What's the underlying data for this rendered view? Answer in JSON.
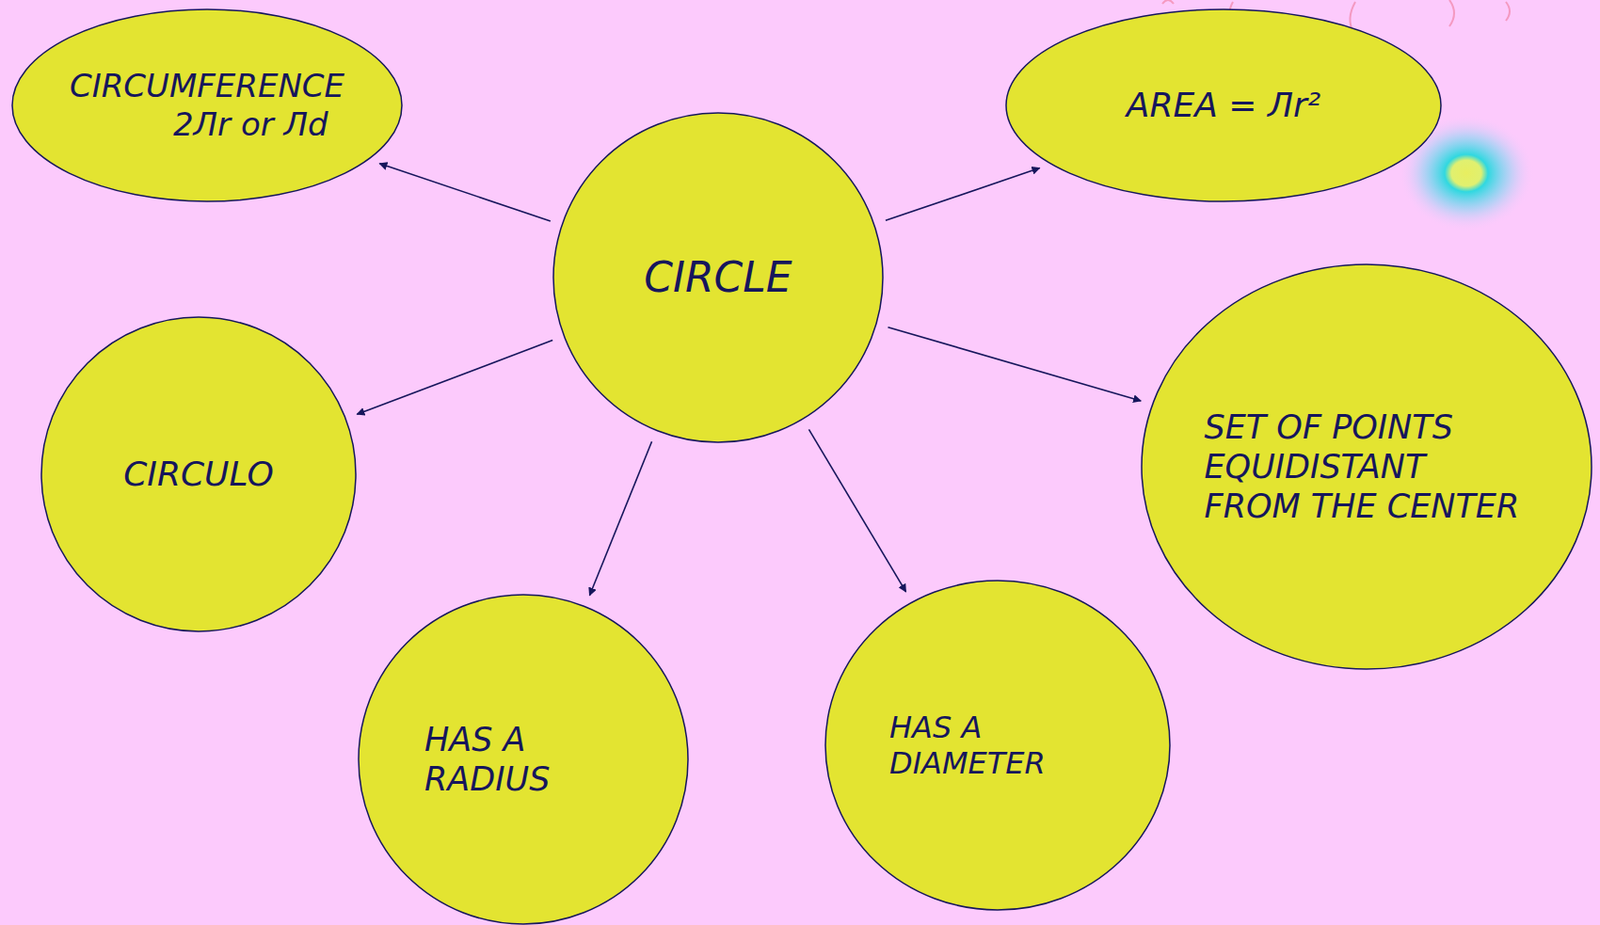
{
  "diagram": {
    "nodes": [
      {
        "text": [
          "CIRCUMFERENCE",
          "2Лr or Лd"
        ]
      },
      {
        "text": [
          "AREA = Лr²"
        ]
      },
      {
        "text": [
          "CIRCLE"
        ]
      },
      {
        "text": [
          "SET OF POINTS EQUIDISTANT FROM THE CENTER"
        ]
      },
      {
        "text": [
          "CIRCULO"
        ]
      },
      {
        "text": [
          "HAS A RADIUS"
        ]
      },
      {
        "text": [
          "HAS A DIAMETER"
        ]
      }
    ],
    "edges": [
      {
        "from": 2,
        "to": 0,
        "arrow": "to"
      },
      {
        "from": 2,
        "to": 1,
        "arrow": "to"
      },
      {
        "from": 2,
        "to": 3,
        "arrow": "to"
      },
      {
        "from": 2,
        "to": 4,
        "arrow": "to"
      },
      {
        "from": 2,
        "to": 5,
        "arrow": "to"
      },
      {
        "from": 2,
        "to": 6,
        "arrow": "to"
      }
    ]
  }
}
